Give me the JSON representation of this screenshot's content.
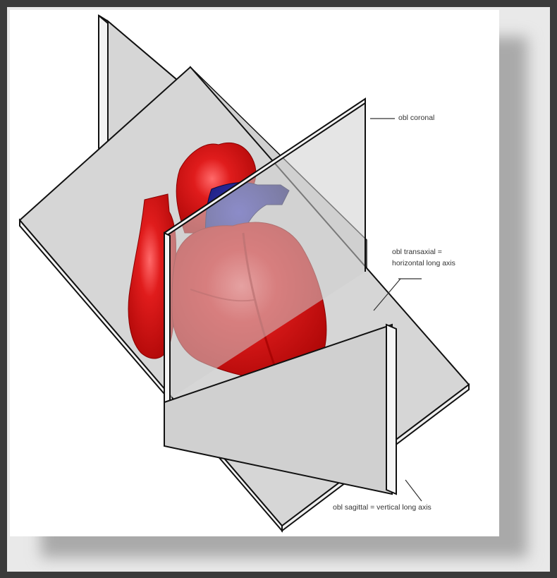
{
  "colors": {
    "frame": "#3b3b3b",
    "plane": "#d6d6d6",
    "plane_edge": "#111111",
    "heart": "#d41414",
    "vessels": "#1a1a80"
  },
  "labels": {
    "obl_coronal": "obl coronal",
    "obl_transaxial_line1": "obl transaxial =",
    "obl_transaxial_line2": "horizontal long axis",
    "obl_sagittal": "obl sagittal = vertical long axis"
  }
}
